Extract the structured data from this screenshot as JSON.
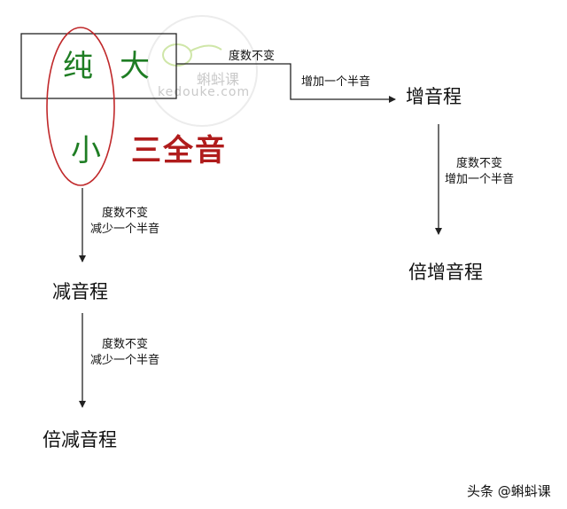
{
  "top_box": {
    "pure": "纯",
    "major": "大"
  },
  "minor": "小",
  "tritone": "三全音",
  "nodes": {
    "augmented": "增音程",
    "doubly_augmented": "倍增音程",
    "diminished": "减音程",
    "doubly_diminished": "倍减音程"
  },
  "edges": {
    "to_augmented": [
      "度数不变",
      "增加一个半音"
    ],
    "to_doubly_augmented": [
      "度数不变",
      "增加一个半音"
    ],
    "to_diminished": [
      "度数不变",
      "减少一个半音"
    ],
    "to_doubly_diminished": [
      "度数不变",
      "减少一个半音"
    ]
  },
  "watermark": {
    "name": "蝌蚪课",
    "site": "kedouke.com"
  },
  "footer": "头条 @蝌蚪课",
  "colors": {
    "green": "#1e7d23",
    "red": "#b01c1c",
    "line": "#222222"
  }
}
